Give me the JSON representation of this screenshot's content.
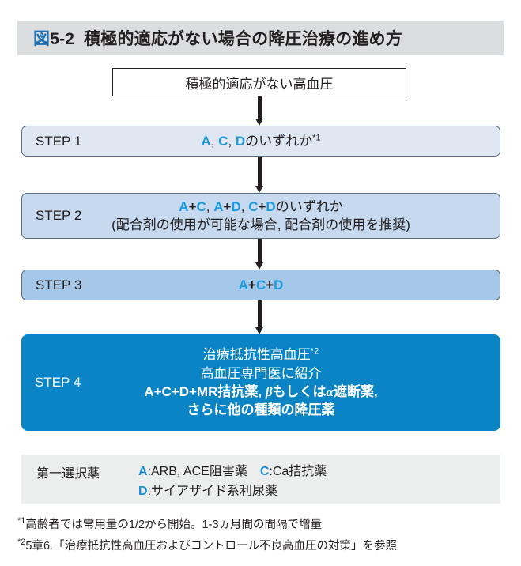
{
  "title": {
    "figure_number_prefix": "図",
    "figure_number": "5-2",
    "text": "積極的適応がない場合の降圧治療の進め方"
  },
  "flow": {
    "top_box": {
      "text": "積極的適応がない高血圧"
    },
    "steps": [
      {
        "label": "STEP 1",
        "lines": [
          {
            "parts": [
              {
                "text": "A",
                "style": "blue"
              },
              {
                "text": ", ",
                "style": "plain"
              },
              {
                "text": "C",
                "style": "blue"
              },
              {
                "text": ", ",
                "style": "plain"
              },
              {
                "text": "D",
                "style": "blue"
              },
              {
                "text": "のいずれか",
                "style": "plain"
              },
              {
                "text": "*1",
                "style": "sup"
              }
            ]
          }
        ]
      },
      {
        "label": "STEP 2",
        "lines": [
          {
            "parts": [
              {
                "text": "A",
                "style": "blue"
              },
              {
                "text": "+",
                "style": "plus"
              },
              {
                "text": "C",
                "style": "blue"
              },
              {
                "text": ", ",
                "style": "plain"
              },
              {
                "text": "A",
                "style": "blue"
              },
              {
                "text": "+",
                "style": "plus"
              },
              {
                "text": "D",
                "style": "blue"
              },
              {
                "text": ", ",
                "style": "plain"
              },
              {
                "text": "C",
                "style": "blue"
              },
              {
                "text": "+",
                "style": "plus"
              },
              {
                "text": "D",
                "style": "blue"
              },
              {
                "text": "のいずれか",
                "style": "plain"
              }
            ]
          },
          {
            "parts": [
              {
                "text": "(配合剤の使用が可能な場合, 配合剤の使用を推奨)",
                "style": "plain"
              }
            ]
          }
        ]
      },
      {
        "label": "STEP 3",
        "lines": [
          {
            "parts": [
              {
                "text": "A",
                "style": "blue"
              },
              {
                "text": "+",
                "style": "plus"
              },
              {
                "text": "C",
                "style": "blue"
              },
              {
                "text": "+",
                "style": "plus"
              },
              {
                "text": "D",
                "style": "blue"
              }
            ]
          }
        ]
      },
      {
        "label": "STEP 4",
        "lines": [
          {
            "parts": [
              {
                "text": "治療抵抗性高血圧",
                "style": "white"
              },
              {
                "text": "*2",
                "style": "sup-white"
              }
            ]
          },
          {
            "parts": [
              {
                "text": "高血圧専門医に紹介",
                "style": "white"
              }
            ]
          },
          {
            "parts": [
              {
                "text": "A+C+D+MR拮抗薬, ",
                "style": "white-bold"
              },
              {
                "text": "β",
                "style": "greek-white"
              },
              {
                "text": "もしくは",
                "style": "white-bold"
              },
              {
                "text": "α",
                "style": "greek-white"
              },
              {
                "text": "遮断薬,",
                "style": "white-bold"
              }
            ]
          },
          {
            "parts": [
              {
                "text": "さらに他の種類の降圧薬",
                "style": "white-bold"
              }
            ]
          }
        ]
      }
    ]
  },
  "legend": {
    "label": "第一選択薬",
    "entries": [
      {
        "line": [
          {
            "text": "A",
            "style": "blue"
          },
          {
            "text": ":ARB, ACE阻害薬",
            "style": "plain"
          },
          {
            "text": "GAP",
            "style": "gap"
          },
          {
            "text": "C",
            "style": "blue"
          },
          {
            "text": ":Ca拮抗薬",
            "style": "plain"
          }
        ]
      },
      {
        "line": [
          {
            "text": "D",
            "style": "blue"
          },
          {
            "text": ":サイアザイド系利尿薬",
            "style": "plain"
          }
        ]
      }
    ]
  },
  "footnotes": [
    {
      "mark": "*1",
      "text": "高齢者では常用量の1/2から開始。1-3ヵ月間の間隔で増量"
    },
    {
      "mark": "*2",
      "text": "5章6.「治療抵抗性高血圧およびコントロール不良高血圧の対策」を参照"
    }
  ],
  "colors": {
    "title_bar_bg": "#dcdddf",
    "accent_blue": "#1b9ae0",
    "step1_bg": "#dfe7f3",
    "step2_bg": "#c6d9ee",
    "step3_bg": "#a6c8e8",
    "step4_bg": "#0a84c4",
    "legend_bg": "#eceded",
    "text_dark": "#231f20"
  }
}
